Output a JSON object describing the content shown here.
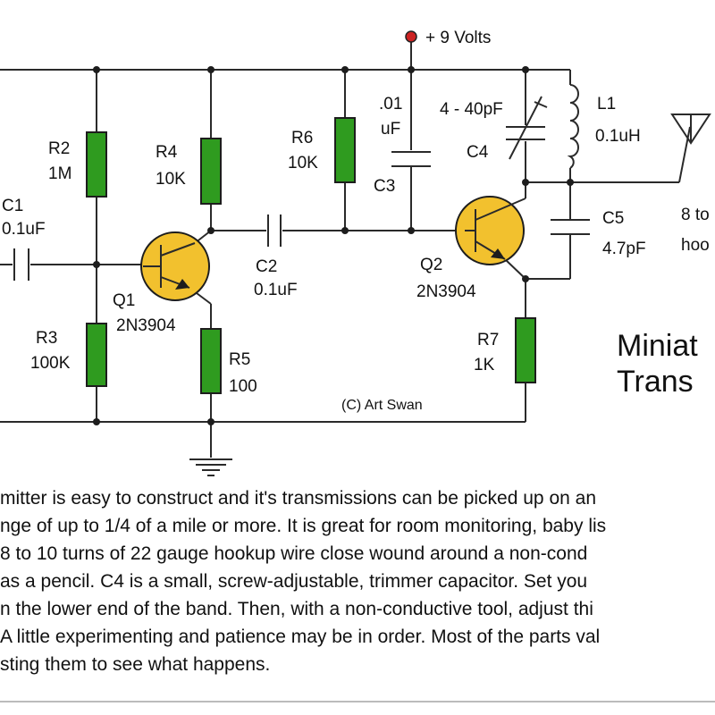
{
  "colors": {
    "resistor": "#2f9b1f",
    "transistor": "#f2c12e",
    "supply_terminal": "#cc2222",
    "wire": "#2a2a2a"
  },
  "supply": {
    "label": "+ 9 Volts"
  },
  "components": {
    "c1": {
      "ref": "C1",
      "value": "0.1uF"
    },
    "r2": {
      "ref": "R2",
      "value": "1M"
    },
    "r3": {
      "ref": "R3",
      "value": "100K"
    },
    "r4": {
      "ref": "R4",
      "value": "10K"
    },
    "r5": {
      "ref": "R5",
      "value": "100"
    },
    "q1": {
      "ref": "Q1",
      "value": "2N3904"
    },
    "c2": {
      "ref": "C2",
      "value": "0.1uF"
    },
    "r6": {
      "ref": "R6",
      "value": "10K"
    },
    "c3": {
      "ref": "C3",
      "value_line1": ".01",
      "value_line2": "uF"
    },
    "c4": {
      "ref": "C4",
      "value": "4 - 40pF"
    },
    "l1": {
      "ref": "L1",
      "value": "0.1uH"
    },
    "c5": {
      "ref": "C5",
      "value": "4.7pF"
    },
    "q2": {
      "ref": "Q2",
      "value": "2N3904"
    },
    "r7": {
      "ref": "R7",
      "value": "1K"
    },
    "antenna": {
      "line1": "8 to",
      "line2": "hoo"
    }
  },
  "credit": "(C) Art Swan",
  "title": {
    "line1": "Miniat",
    "line2": "Trans"
  },
  "description": [
    "mitter is easy to construct and it's transmissions can be picked up on an",
    "nge of up to 1/4 of a mile or more. It is great for room monitoring, baby lis",
    "8 to 10 turns of 22 gauge hookup wire close wound around a non-cond",
    "as a pencil. C4 is a small, screw-adjustable, trimmer capacitor. Set you",
    "n the lower end of the band. Then, with a non-conductive tool, adjust thi",
    "A little experimenting and patience may be in order. Most of the parts val",
    "sting them to see what happens."
  ]
}
